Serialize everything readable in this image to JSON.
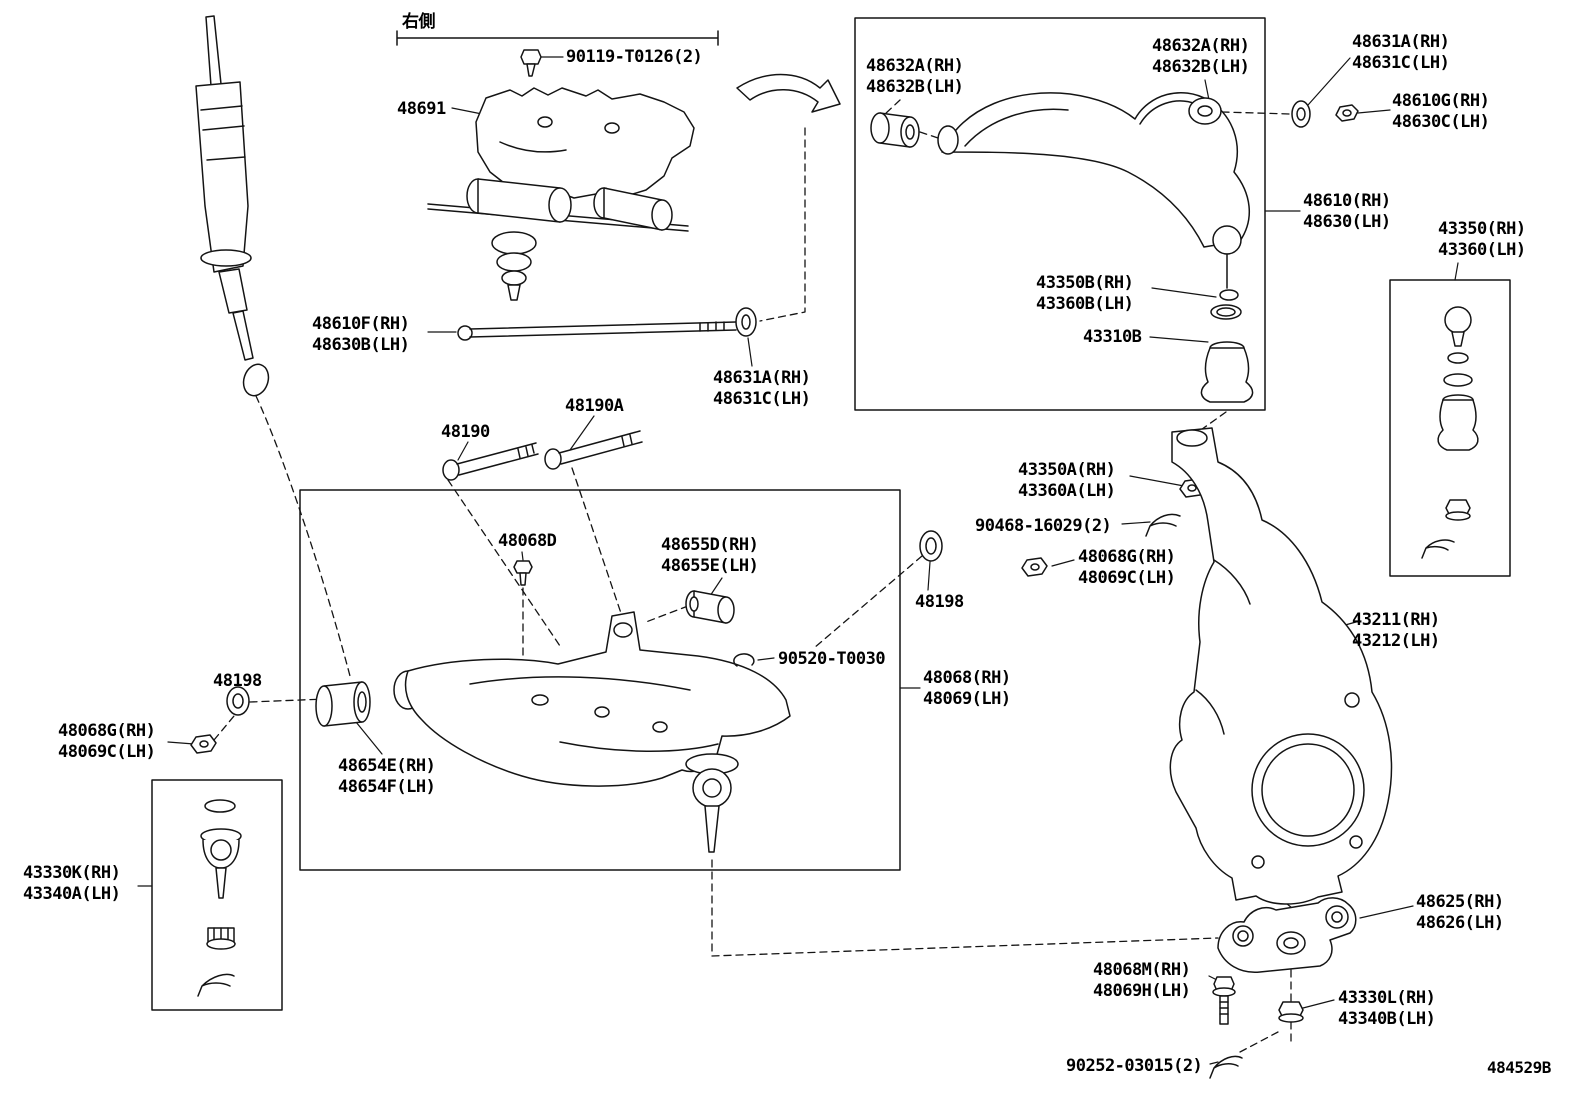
{
  "diagram": {
    "note_top": "右側",
    "drawing_code": "484529B"
  },
  "labels": {
    "p90119": "90119-T0126(2)",
    "p48691": "48691",
    "p48632a": "48632A(RH)",
    "p48632b": "48632B(LH)",
    "p48631a": "48631A(RH)",
    "p48631c": "48631C(LH)",
    "p48610g": "48610G(RH)",
    "p48630c": "48630C(LH)",
    "p48610": "48610(RH)",
    "p48630": "48630(LH)",
    "p43350": "43350(RH)",
    "p43360": "43360(LH)",
    "p43350b": "43350B(RH)",
    "p43360b": "43360B(LH)",
    "p43310b": "43310B",
    "p48610f": "48610F(RH)",
    "p48630b": "48630B(LH)",
    "p48190a": "48190A",
    "p48190": "48190",
    "p48068d": "48068D",
    "p48655d": "48655D(RH)",
    "p48655e": "48655E(LH)",
    "p48198": "48198",
    "p43350a": "43350A(RH)",
    "p43360a": "43360A(LH)",
    "p90468": "90468-16029(2)",
    "p48068g": "48068G(RH)",
    "p48069c": "48069C(LH)",
    "p43211": "43211(RH)",
    "p43212": "43212(LH)",
    "p90520": "90520-T0030",
    "p48068": "48068(RH)",
    "p48069": "48069(LH)",
    "p48654e": "48654E(RH)",
    "p48654f": "48654F(LH)",
    "p43330k": "43330K(RH)",
    "p43340a": "43340A(LH)",
    "p48625": "48625(RH)",
    "p48626": "48626(LH)",
    "p48068m": "48068M(RH)",
    "p48069h": "48069H(LH)",
    "p43330l": "43330L(RH)",
    "p43340b": "43340B(LH)",
    "p90252": "90252-03015(2)"
  }
}
